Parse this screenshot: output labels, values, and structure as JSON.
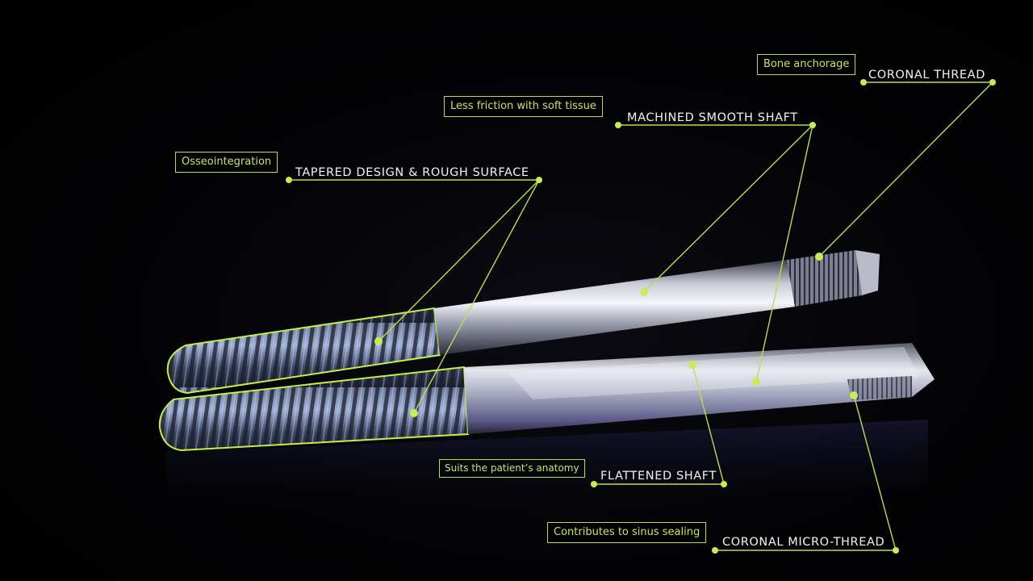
{
  "callouts": [
    {
      "tag": "Bone anchorage",
      "title": "CORONAL THREAD"
    },
    {
      "tag": "Less friction with soft tissue",
      "title": "MACHINED SMOOTH SHAFT"
    },
    {
      "tag": "Osseointegration",
      "title": "TAPERED DESIGN & ROUGH SURFACE"
    },
    {
      "tag": "Suits the patient’s anatomy",
      "title": "FLATTENED SHAFT"
    },
    {
      "tag": "Contributes to sinus sealing",
      "title": "CORONAL MICRO-THREAD"
    }
  ],
  "colors": {
    "accent": "#b9dd57",
    "title_text": "#f2f2f2",
    "background": "#000000"
  }
}
